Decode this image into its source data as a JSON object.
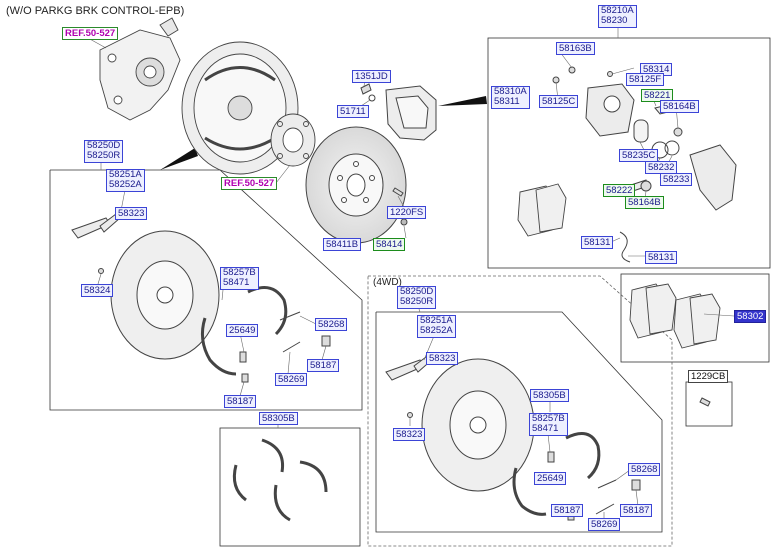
{
  "header": "(W/O PARKG BRK CONTROL-EPB)",
  "refs": {
    "ref_top": "REF.50-527",
    "ref_mid": "REF.50-527"
  },
  "labels": {
    "l58210": [
      "58210A",
      "58230"
    ],
    "l58163B": "58163B",
    "l58314": "58314",
    "l58125F": "58125F",
    "l58310": [
      "58310A",
      "58311"
    ],
    "l58125C": "58125C",
    "l58221": "58221",
    "l58164B_1": "58164B",
    "l58235C": "58235C",
    "l58232": "58232",
    "l58233": "58233",
    "l58222": "58222",
    "l58164B_2": "58164B",
    "l58131_a": "58131",
    "l58131_b": "58131",
    "l1351JD": "1351JD",
    "l51711": "51711",
    "l1220FS": "1220FS",
    "l58411B": "58411B",
    "l58414": "58414",
    "l58250": [
      "58250D",
      "58250R"
    ],
    "l58251": [
      "58251A",
      "58252A"
    ],
    "l58323_a": "58323",
    "l58324": "58324",
    "l58257": [
      "58257B",
      "58471"
    ],
    "l25649_a": "25649",
    "l58268_a": "58268",
    "l58187_a": "58187",
    "l58269_a": "58269",
    "l58187_b": "58187",
    "l58305B_a": "58305B",
    "l58302": "58302",
    "l1229CB": "1229CB",
    "l58250_4": [
      "58250D",
      "58250R"
    ],
    "l58251_4": [
      "58251A",
      "58252A"
    ],
    "l58323_b": "58323",
    "l58305B_b": "58305B",
    "l58323_c": "58323",
    "l58257_4": [
      "58257B",
      "58471"
    ],
    "l58268_b": "58268",
    "l25649_b": "25649",
    "l58187_c": "58187",
    "l58187_d": "58187",
    "l58269_b": "58269"
  },
  "sub_4wd": "(4WD)"
}
